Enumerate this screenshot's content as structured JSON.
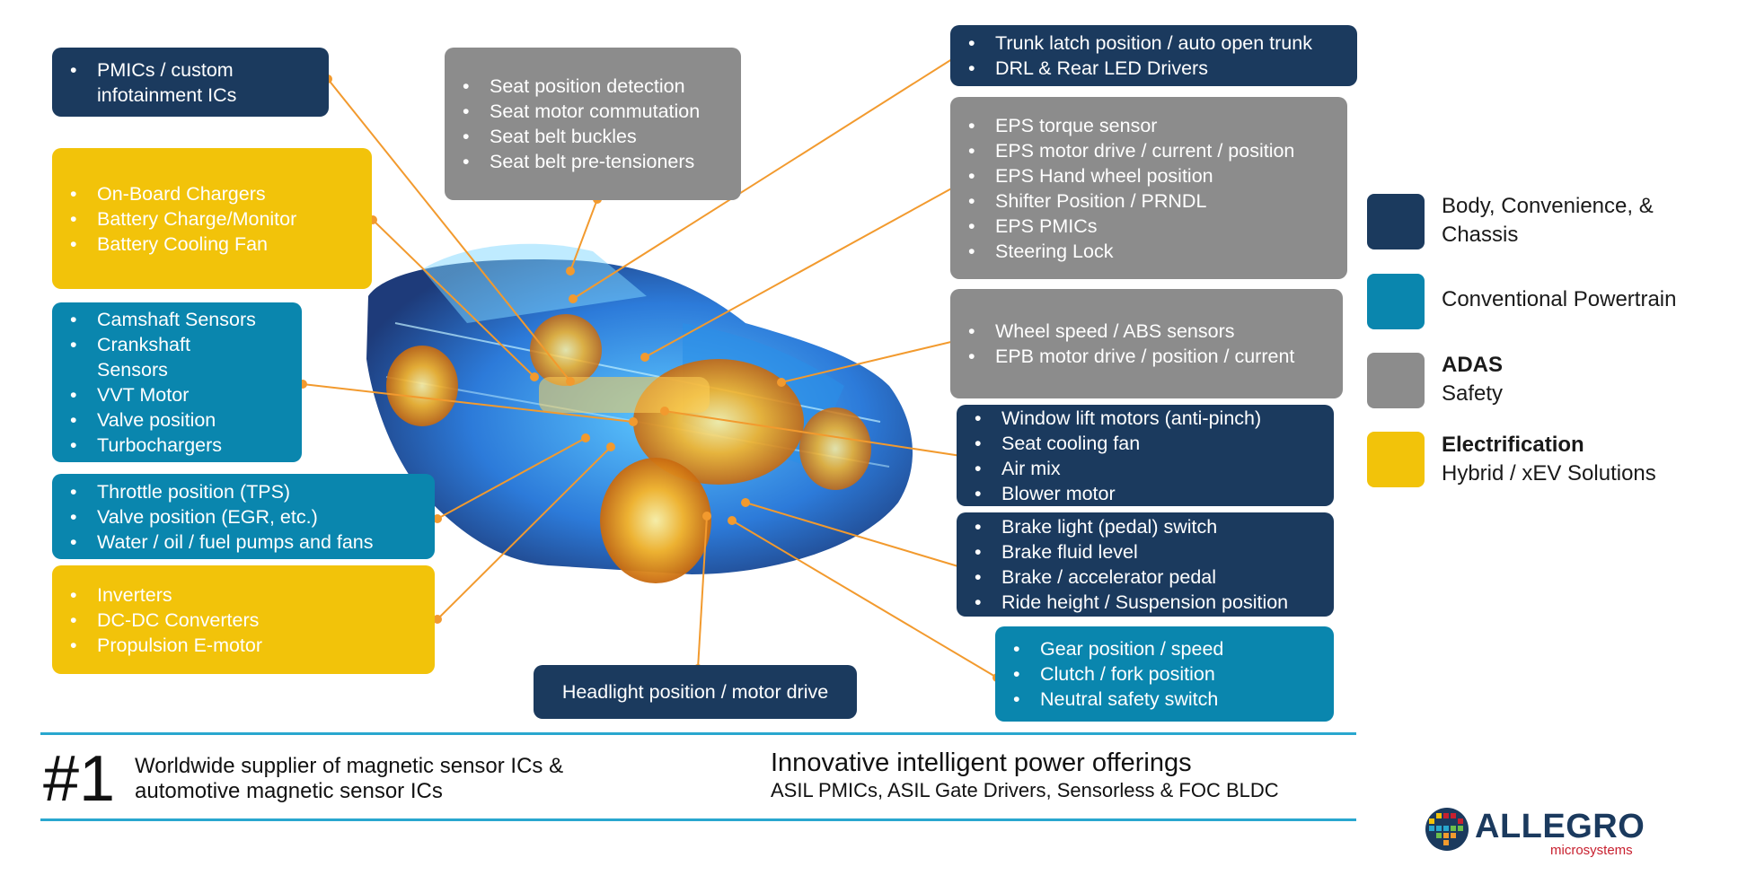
{
  "boxes": {
    "infotainment": [
      "PMICs / custom infotainment ICs"
    ],
    "seat": [
      "Seat position detection",
      "Seat motor commutation",
      "Seat belt buckles",
      "Seat belt pre-tensioners"
    ],
    "trunk": [
      "Trunk latch position / auto open trunk",
      "DRL & Rear LED Drivers"
    ],
    "eps": [
      "EPS torque sensor",
      "EPS motor drive / current / position",
      "EPS Hand wheel position",
      "Shifter Position / PRNDL",
      "EPS PMICs",
      "Steering Lock"
    ],
    "charging": [
      "On-Board Chargers",
      "Battery Charge/Monitor",
      "Battery Cooling Fan"
    ],
    "camshaft": [
      "Camshaft Sensors",
      "Crankshaft Sensors",
      "VVT Motor",
      "Valve position",
      "Turbochargers"
    ],
    "wheel": [
      "Wheel speed / ABS sensors",
      "EPB motor drive / position / current"
    ],
    "window": [
      "Window lift motors (anti-pinch)",
      "Seat cooling fan",
      "Air mix",
      "Blower motor"
    ],
    "throttle": [
      "Throttle position (TPS)",
      "Valve position (EGR, etc.)",
      "Water / oil / fuel pumps and fans"
    ],
    "brake": [
      "Brake light (pedal) switch",
      "Brake fluid level",
      "Brake / accelerator pedal",
      "Ride height / Suspension position"
    ],
    "inverters": [
      "Inverters",
      "DC-DC Converters",
      "Propulsion E-motor"
    ],
    "gear": [
      "Gear position / speed",
      "Clutch / fork position",
      "Neutral safety switch"
    ],
    "headlight": "Headlight position / motor drive"
  },
  "legend": {
    "body_line1": "Body, Convenience, &",
    "body_line2": "Chassis",
    "powertrain": "Conventional Powertrain",
    "adas_title": "ADAS",
    "adas_sub": "Safety",
    "elec_title": "Electrification",
    "elec_sub": "Hybrid / xEV Solutions"
  },
  "footer": {
    "rank": "#1",
    "supplier_line1": "Worldwide supplier of magnetic sensor ICs &",
    "supplier_line2": "automotive magnetic sensor ICs",
    "power_title": "Innovative intelligent power offerings",
    "power_sub": "ASIL PMICs, ASIL Gate Drivers, Sensorless & FOC BLDC"
  },
  "logo": {
    "name": "ALLEGRO",
    "sub": "microsystems"
  },
  "colors": {
    "navy": "#1b3a5e",
    "teal": "#0a86ae",
    "gray": "#8c8c8c",
    "yellow": "#f2c30a",
    "leader": "#f29a2e",
    "rule": "#29a7cf"
  }
}
